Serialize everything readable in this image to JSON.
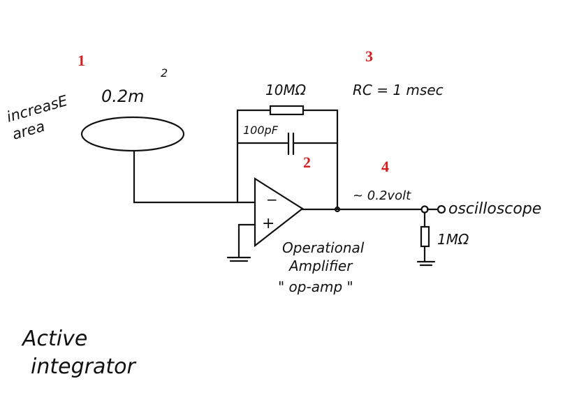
{
  "markers": {
    "m1": "1",
    "m2": "2",
    "m3": "3",
    "m4": "4"
  },
  "marker_color": "#d42020",
  "labels": {
    "increase": "increasE",
    "area": "area",
    "area_value": "0.2m",
    "area_exponent": "2",
    "resistor_feedback": "10MΩ",
    "rc": "RC = 1 msec",
    "capacitor": "100pF",
    "minus": "−",
    "plus": "+",
    "output_voltage": "~ 0.2volt",
    "oscilloscope": "oscilloscope",
    "load_resistor": "1MΩ",
    "opamp_line1": "Operational",
    "opamp_line2": "Amplifier",
    "opamp_line3": "\" op-amp \"",
    "title_line1": "Active",
    "title_line2": "integrator"
  }
}
